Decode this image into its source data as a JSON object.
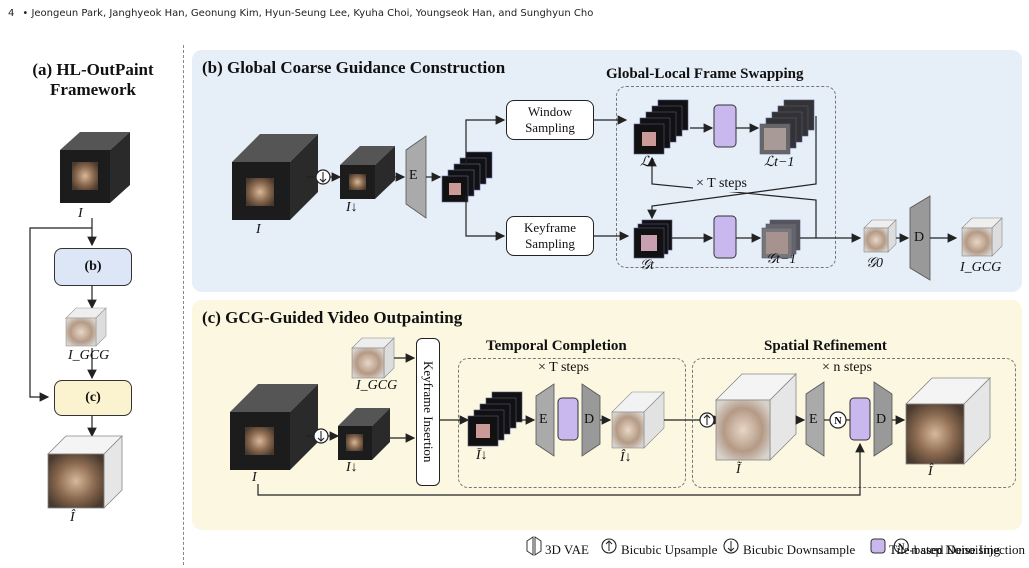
{
  "header": {
    "page_number": "4",
    "authors": "Jeongeun Park, Janghyeok Han, Geonung Kim, Hyun-Seung Lee, Kyuha Choi, Youngseok Han, and Sunghyun Cho"
  },
  "panel_a": {
    "title_line1": "(a) HL-OutPaint",
    "title_line2": "Framework",
    "input_label": "I",
    "box_b": "(b)",
    "gcg_label": "I_GCG",
    "box_c": "(c)",
    "output_label": "Î"
  },
  "panel_b": {
    "title": "(b) Global Coarse Guidance Construction",
    "swap_title": "Global-Local Frame Swapping",
    "window_sampling": "Window Sampling",
    "keyframe_sampling": "Keyframe Sampling",
    "steps": "× T steps",
    "encoder": "E",
    "decoder": "D",
    "labels": {
      "input": "I",
      "down": "I↓",
      "lt": "ℒt",
      "lt1": "ℒt−1",
      "gt": "𝒢t",
      "gt1": "𝒢t−1",
      "g0": "𝒢0",
      "igcg": "I_GCG"
    }
  },
  "panel_c": {
    "title": "(c) GCG-Guided Video Outpainting",
    "keyframe_insertion": "Keyframe Insertion",
    "temporal_title": "Temporal Completion",
    "spatial_title": "Spatial Refinement",
    "t_steps": "× T steps",
    "n_steps": "× n steps",
    "encoder": "E",
    "decoder": "D",
    "labels": {
      "igcg": "I_GCG",
      "input": "I",
      "down": "I↓",
      "ibar": "Ī↓",
      "ihat_down": "Î↓",
      "itilde": "Ĩ",
      "ihat": "Î"
    }
  },
  "legend": {
    "vae": "3D VAE",
    "up": "Bicubic Upsample",
    "down": "Bicubic Downsample",
    "tile": "Tile-based Denoising",
    "noise": "n step Noise Injection"
  },
  "colors": {
    "panel_b_bg": "#e6eef8",
    "panel_c_bg": "#fbf7e1",
    "purple": "#c9b8ee",
    "box_b_bg": "#dde6f6",
    "box_c_bg": "#fbf3cf"
  }
}
